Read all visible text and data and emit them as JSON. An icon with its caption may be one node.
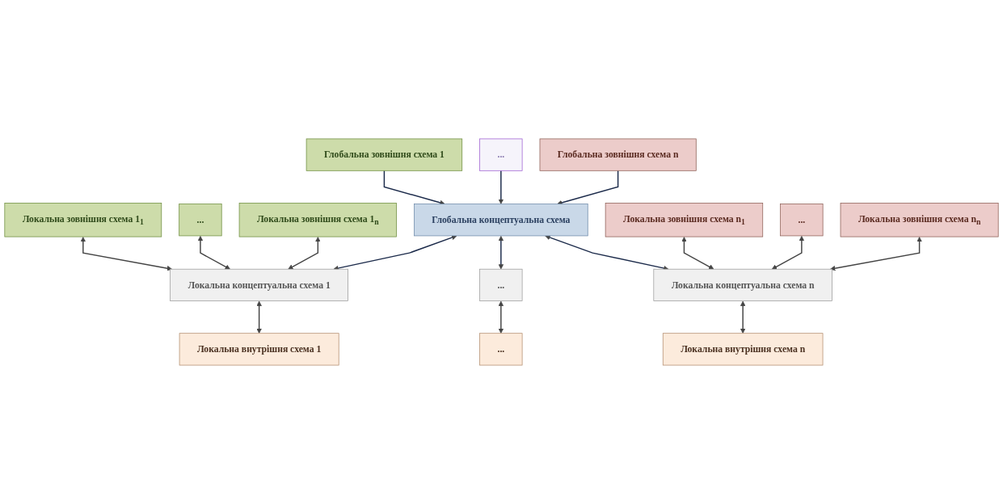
{
  "diagram": {
    "nodes": [
      {
        "text": [
          "Глобальна зовнішня схема 1"
        ]
      },
      {
        "text": [
          "..."
        ]
      },
      {
        "text": [
          "Глобальна зовнішня схема n"
        ]
      },
      {
        "text": [
          "Глобальна концептуальна схема"
        ]
      },
      {
        "text": [
          "Локальна зовнішня схема 1$_{1}$"
        ]
      },
      {
        "text": [
          "..."
        ]
      },
      {
        "text": [
          "Локальна зовнішня схема 1$_{n}$"
        ]
      },
      {
        "text": [
          "Локальна зовнішня схема n$_{1}$"
        ]
      },
      {
        "text": [
          "..."
        ]
      },
      {
        "text": [
          "Локальна зовнішня схема n$_{n}$"
        ]
      },
      {
        "text": [
          "Локальна концептуальна схема 1"
        ]
      },
      {
        "text": [
          "..."
        ]
      },
      {
        "text": [
          "Локальна концептуальна схема n"
        ]
      },
      {
        "text": [
          "Локальна внутрішня схема 1"
        ]
      },
      {
        "text": [
          "..."
        ]
      },
      {
        "text": [
          "Локальна внутрішня схема n"
        ]
      }
    ],
    "edges": [
      {
        "from": 0,
        "to": 3,
        "arrow": "to",
        "color": "#1b2a4a"
      },
      {
        "from": 1,
        "to": 3,
        "arrow": "to",
        "color": "#1b2a4a"
      },
      {
        "from": 2,
        "to": 3,
        "arrow": "to",
        "color": "#1b2a4a"
      },
      {
        "from": 3,
        "to": 10,
        "arrow": "both",
        "color": "#1b2a4a"
      },
      {
        "from": 3,
        "to": 11,
        "arrow": "both",
        "color": "#1b2a4a"
      },
      {
        "from": 3,
        "to": 12,
        "arrow": "both",
        "color": "#1b2a4a"
      },
      {
        "from": 4,
        "to": 10,
        "arrow": "both"
      },
      {
        "from": 5,
        "to": 10,
        "arrow": "both"
      },
      {
        "from": 6,
        "to": 10,
        "arrow": "both"
      },
      {
        "from": 7,
        "to": 12,
        "arrow": "both"
      },
      {
        "from": 8,
        "to": 12,
        "arrow": "both"
      },
      {
        "from": 9,
        "to": 12,
        "arrow": "both"
      },
      {
        "from": 10,
        "to": 13,
        "arrow": "both"
      },
      {
        "from": 11,
        "to": 14,
        "arrow": "both"
      },
      {
        "from": 12,
        "to": 15,
        "arrow": "both"
      }
    ]
  }
}
